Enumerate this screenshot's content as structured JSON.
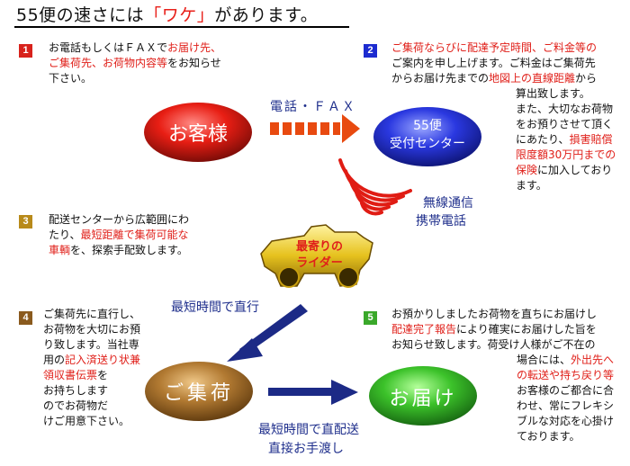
{
  "title": {
    "pre": "55便の速さには",
    "quote": "「ワケ」",
    "post": "があります。"
  },
  "step1": {
    "num": "1",
    "line1_a": "お電話もしくはＦＡＸで",
    "line1_b": "お届け先、",
    "line2": "ご集荷先、お荷物内容等",
    "line2_b": "をお知らせ",
    "line3": "下さい。"
  },
  "step2": {
    "num": "2",
    "line1": "ご集荷ならびに配達予定時間、ご料金等の",
    "line2": "ご案内を申し上げます。ご料金はご集荷先",
    "line3_a": "からお届け先までの",
    "line3_b": "地図上の直線距離",
    "line3_c": "から",
    "line4": "算出致します。",
    "line5": "また、大切なお荷物",
    "line6": "をお預りさせて頂く",
    "line7_a": "にあたり、",
    "line7_b": "損害賠償",
    "line8": "限度額30万円までの",
    "line9_a": "保険",
    "line9_b": "に加入しており",
    "line10": "ます。"
  },
  "step3": {
    "num": "3",
    "line1": "配送センターから広範囲にわ",
    "line2_a": "たり、",
    "line2_b": "最短距離で集荷可能な",
    "line3_a": "車輌",
    "line3_b": "を、探索手配致します。"
  },
  "step4": {
    "num": "4",
    "line1": "ご集荷先に直行し、",
    "line2": "お荷物を大切にお預",
    "line3": "り致します。当社専",
    "line4_a": "用の",
    "line4_b": "記入済送り状兼",
    "line5_a": "領収書伝票",
    "line5_b": "を",
    "line6": "お持ちします",
    "line7": "のでお荷物だ",
    "line8": "けご用意下さい。"
  },
  "step5": {
    "num": "5",
    "line1": "お預かりしましたお荷物を直ちにお届けし",
    "line2_a": "配達完了報告",
    "line2_b": "により確実にお届けした旨を",
    "line3": "お知らせ致します。荷受け人様がご不在の",
    "line4_a": "場合には、",
    "line4_b": "外出先へ",
    "line5": "の転送や持ち戻り等",
    "line6": "お客様のご都合に合",
    "line7": "わせ、常にフレキシ",
    "line8": "ブルな対応を心掛け",
    "line9": "ております。"
  },
  "nodes": {
    "customer": "お客様",
    "center_l1": "55便",
    "center_l2": "受付センター",
    "rider_l1": "最寄りの",
    "rider_l2": "ライダー",
    "pickup": "ご集荷",
    "delivery": "お届け"
  },
  "labels": {
    "phone_fax": "電話・ＦＡＸ",
    "wireless": "無線通信",
    "mobile": "携帯電話",
    "direct": "最短時間で直行",
    "direct_delivery": "最短時間で直配送",
    "handover": "直接お手渡し"
  },
  "colors": {
    "red": "#e0201a",
    "blue_text": "#1f2f8c",
    "arrow_blue": "#1c2a86",
    "arrow_orange": "#e84a10"
  }
}
